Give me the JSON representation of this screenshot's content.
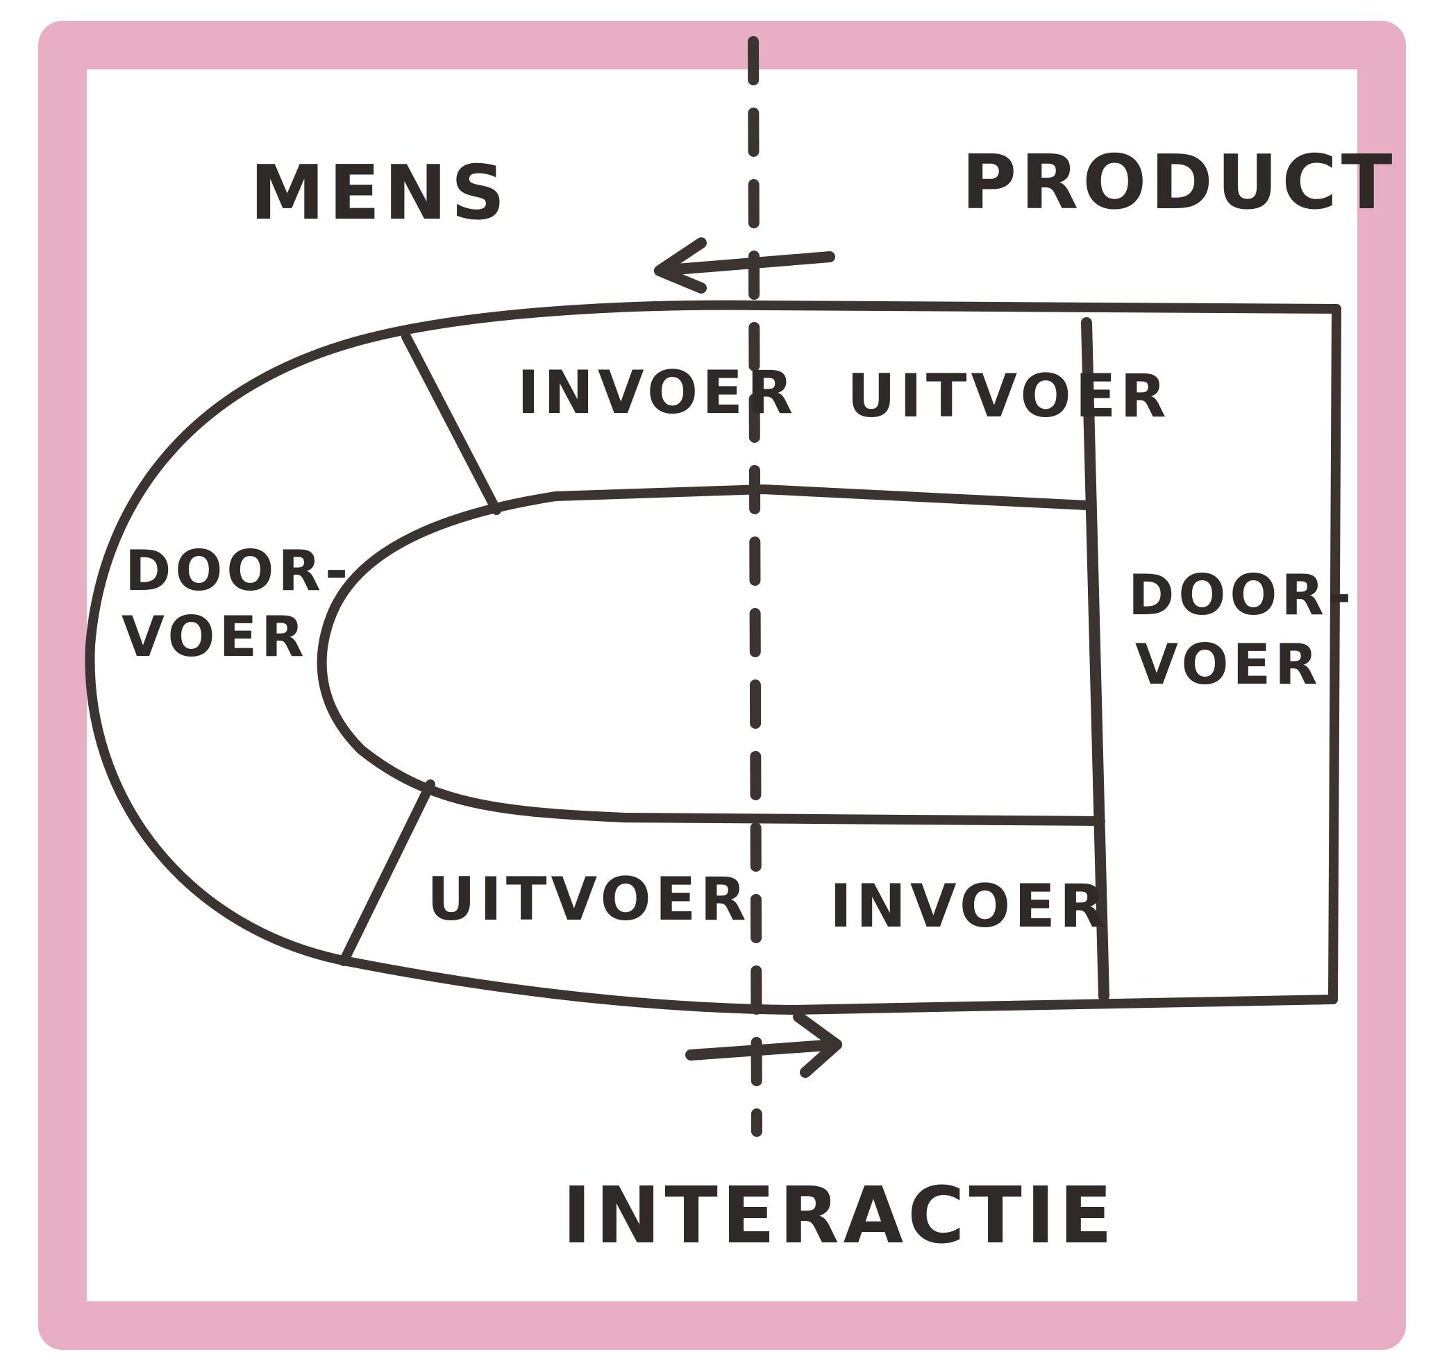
{
  "colors": {
    "frame": "#e8aec4",
    "ink": "#3b3431",
    "background": "#ffffff"
  },
  "diagram": {
    "left_title": "MENS",
    "right_title": "PRODUCT",
    "bottom_title": "INTERACTIE",
    "top_left_segment": "INVOER",
    "top_right_segment": "UITVOER",
    "bottom_left_segment": "UITVOER",
    "bottom_right_segment": "INVOER",
    "left_block_line1": "DOOR-",
    "left_block_line2": "VOER",
    "right_block_line1": "DOOR-",
    "right_block_line2": "VOER"
  }
}
